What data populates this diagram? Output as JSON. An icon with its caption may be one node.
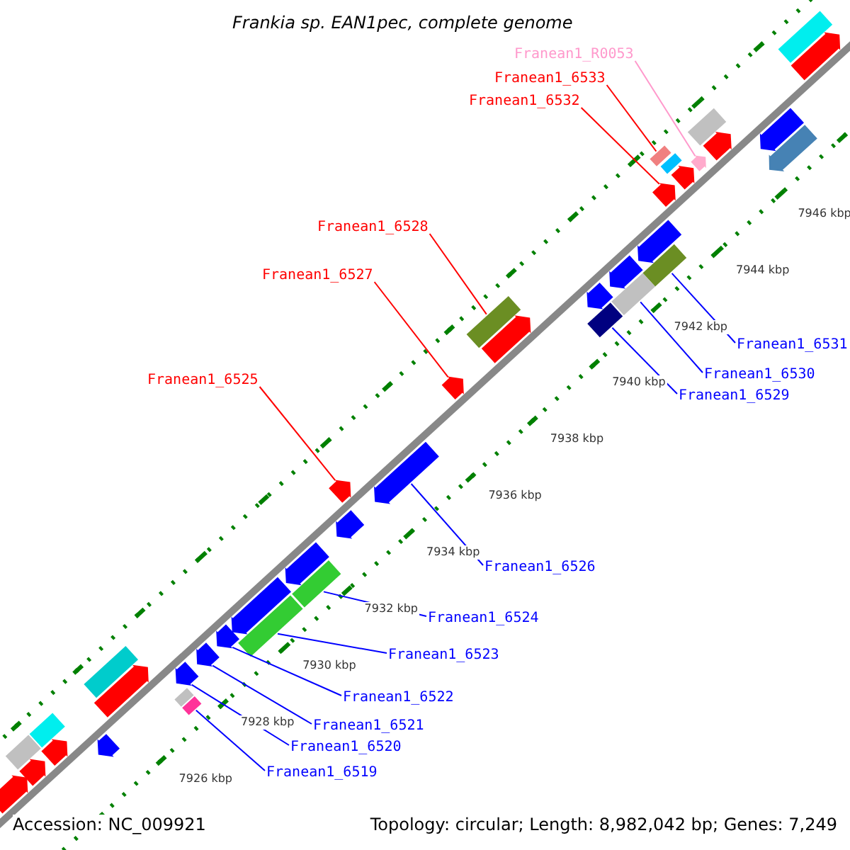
{
  "diagram": {
    "title": "Frankia sp. EAN1pec, complete genome",
    "nodes": [
      {
        "text": [
          "Franean1_R0053"
        ]
      },
      {
        "text": [
          "Franean1_6533"
        ]
      },
      {
        "text": [
          "Franean1_6532"
        ]
      },
      {
        "text": [
          "Franean1_6528"
        ]
      },
      {
        "text": [
          "Franean1_6527"
        ]
      },
      {
        "text": [
          "Franean1_6525"
        ]
      },
      {
        "text": [
          "Franean1_6531"
        ]
      },
      {
        "text": [
          "Franean1_6530"
        ]
      },
      {
        "text": [
          "Franean1_6529"
        ]
      },
      {
        "text": [
          "Franean1_6526"
        ]
      },
      {
        "text": [
          "Franean1_6524"
        ]
      },
      {
        "text": [
          "Franean1_6523"
        ]
      },
      {
        "text": [
          "Franean1_6522"
        ]
      },
      {
        "text": [
          "Franean1_6521"
        ]
      },
      {
        "text": [
          "Franean1_6520"
        ]
      },
      {
        "text": [
          "Franean1_6519"
        ]
      },
      {
        "text": [],
        "shape": "arrow"
      },
      {
        "text": [],
        "shape": "bar"
      },
      {
        "text": [],
        "shape": "arrow"
      },
      {
        "text": [],
        "shape": "bar"
      },
      {
        "text": [],
        "shape": "arrow"
      },
      {
        "text": [],
        "shape": "arrow"
      },
      {
        "text": [],
        "shape": "bar"
      },
      {
        "text": [],
        "shape": "bar"
      },
      {
        "text": [],
        "shape": "bar"
      },
      {
        "text": [],
        "shape": "arrow"
      },
      {
        "text": [],
        "shape": "bar"
      },
      {
        "text": [],
        "shape": "bar"
      },
      {
        "text": [],
        "shape": "arrow"
      },
      {
        "text": [],
        "shape": "arrow"
      },
      {
        "text": [],
        "shape": "arrow"
      },
      {
        "text": [],
        "shape": "bar"
      },
      {
        "text": [],
        "shape": "arrow"
      },
      {
        "text": [],
        "shape": "arrow"
      },
      {
        "text": [],
        "shape": "arrow"
      },
      {
        "text": [],
        "shape": "bar"
      },
      {
        "text": [],
        "shape": "bar"
      },
      {
        "text": [],
        "shape": "bar"
      },
      {
        "text": [],
        "shape": "arrow"
      },
      {
        "text": [],
        "shape": "arrow"
      },
      {
        "text": [],
        "shape": "arrow"
      },
      {
        "text": [],
        "shape": "bar"
      },
      {
        "text": [],
        "shape": "bar"
      },
      {
        "text": [],
        "shape": "arrow"
      },
      {
        "text": [],
        "shape": "bar"
      },
      {
        "text": [],
        "shape": "arrow"
      },
      {
        "text": [],
        "shape": "arrow"
      },
      {
        "text": [],
        "shape": "bar"
      },
      {
        "text": [],
        "shape": "arrow"
      },
      {
        "text": [],
        "shape": "arrow"
      },
      {
        "text": [],
        "shape": "arrow"
      },
      {
        "text": [],
        "shape": "arrow"
      },
      {
        "text": [],
        "shape": "arrow"
      },
      {
        "text": [],
        "shape": "arrow"
      },
      {
        "text": [],
        "shape": "arrow"
      },
      {
        "text": [],
        "shape": "arrow"
      }
    ],
    "edges": [
      {
        "from": 0,
        "to": 16,
        "arrow": "none",
        "color": "#ff99cc"
      },
      {
        "from": 1,
        "to": 17,
        "arrow": "none",
        "color": "#ff0000"
      },
      {
        "from": 2,
        "to": 18,
        "arrow": "none",
        "color": "#ff0000"
      },
      {
        "from": 3,
        "to": 19,
        "arrow": "none",
        "color": "#ff0000"
      },
      {
        "from": 4,
        "to": 20,
        "arrow": "none",
        "color": "#ff0000"
      },
      {
        "from": 5,
        "to": 21,
        "arrow": "none",
        "color": "#ff0000"
      },
      {
        "from": 6,
        "to": 22,
        "arrow": "none"
      },
      {
        "from": 7,
        "to": 23,
        "arrow": "none"
      },
      {
        "from": 8,
        "to": 24,
        "arrow": "none"
      },
      {
        "from": 9,
        "to": 25,
        "arrow": "none"
      },
      {
        "from": 10,
        "to": 26,
        "arrow": "none"
      },
      {
        "from": 11,
        "to": 27,
        "arrow": "none"
      },
      {
        "from": 12,
        "to": 28,
        "arrow": "none"
      },
      {
        "from": 13,
        "to": 29,
        "arrow": "none"
      },
      {
        "from": 14,
        "to": 30,
        "arrow": "none"
      },
      {
        "from": 15,
        "to": 31,
        "arrow": "none"
      }
    ],
    "labels": [
      "7926 kbp",
      "7928 kbp",
      "7930 kbp",
      "7932 kbp",
      "7934 kbp",
      "7936 kbp",
      "7938 kbp",
      "7940 kbp",
      "7942 kbp",
      "7944 kbp",
      "7946 kbp",
      "Accession: NC_009921",
      "Topology: circular; Length: 8,982,042 bp; Genes: 7,249"
    ]
  }
}
